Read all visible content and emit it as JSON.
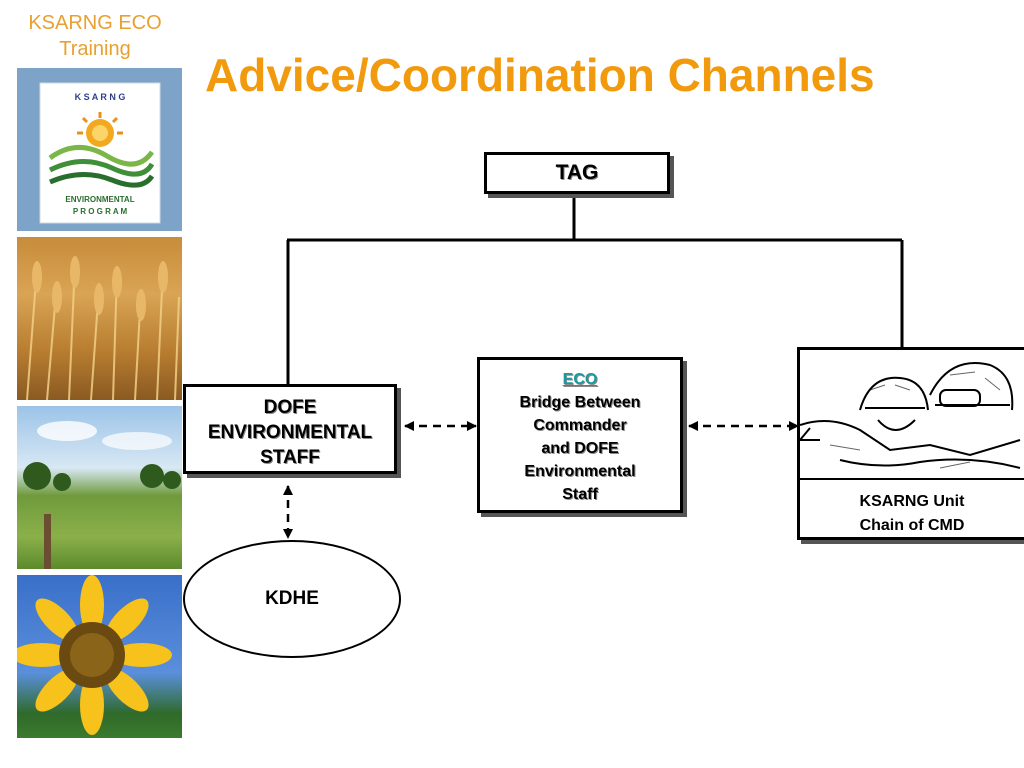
{
  "brand": {
    "line1": "KSARNG ECO",
    "line2": "Training"
  },
  "logo": {
    "top": "K S A R N G",
    "mid": "ENVIRONMENTAL",
    "bottom": "P R O G R A M"
  },
  "title": "Advice/Coordination Channels",
  "nodes": {
    "tag": "TAG",
    "dofe": [
      "DOFE",
      "ENVIRONMENTAL",
      "STAFF"
    ],
    "eco_title": "ECO",
    "eco_body": [
      "Bridge Between",
      "Commander",
      "and DOFE",
      "Environmental",
      "Staff"
    ],
    "unit": [
      "KSARNG Unit",
      "Chain of CMD"
    ],
    "kdhe": "KDHE"
  },
  "colors": {
    "title": "#f29a0d",
    "eco": "#1a9aa0",
    "brand": "#e8a030"
  }
}
